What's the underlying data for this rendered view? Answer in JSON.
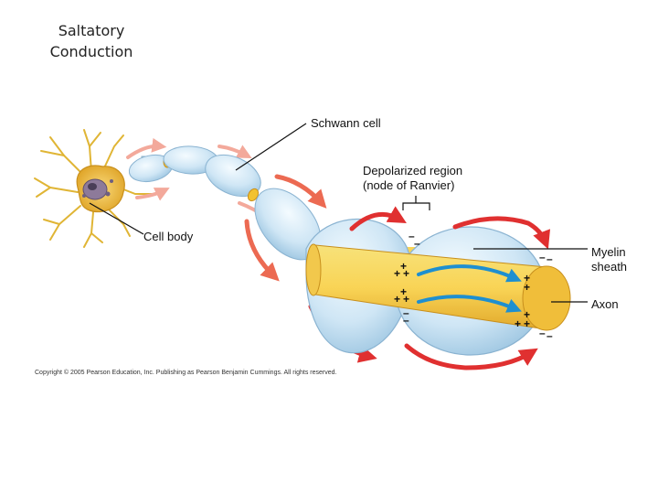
{
  "title_lines": [
    "Saltatory",
    "Conduction"
  ],
  "labels": {
    "schwann_cell": "Schwann cell",
    "depolarized_line1": "Depolarized region",
    "depolarized_line2": "(node of Ranvier)",
    "cell_body": "Cell body",
    "myelin_line1": "Myelin",
    "myelin_line2": "sheath",
    "axon": "Axon"
  },
  "charge_signs": {
    "positive": "+",
    "negative": "–"
  },
  "copyright": "Copyright © 2005 Pearson Education, Inc. Publishing as Pearson Benjamin Cummings. All rights reserved.",
  "colors": {
    "myelin": "#cfe6f5",
    "axon": "#f9d456",
    "signal_arrow": "#e03030",
    "ion_flow": "#1e8fd0",
    "cell_body": "#f2c230"
  }
}
